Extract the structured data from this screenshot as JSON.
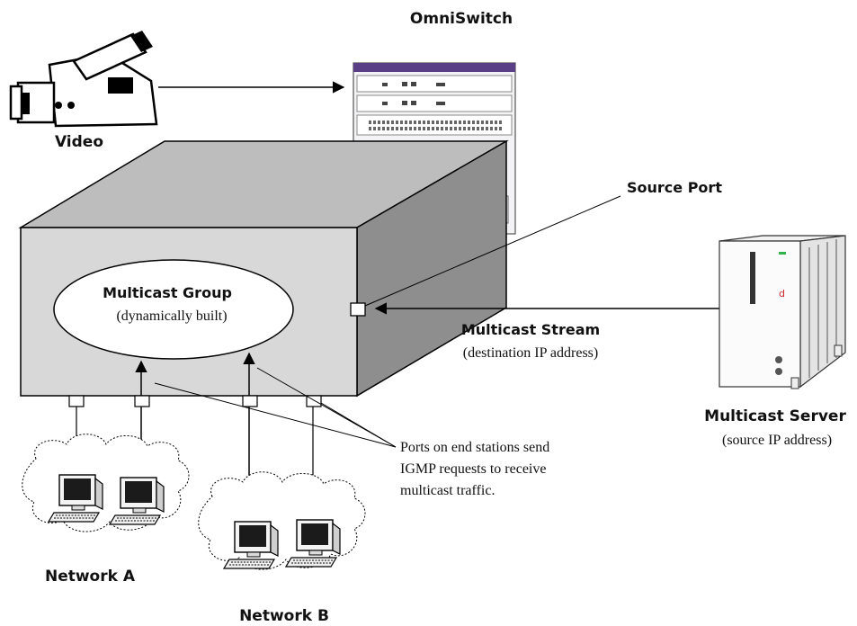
{
  "labels": {
    "omniswitch": "OmniSwitch",
    "video": "Video",
    "source_port": "Source Port",
    "multicast_group": "Multicast Group",
    "multicast_group_sub": "(dynamically built)",
    "multicast_stream": "Multicast Stream",
    "multicast_stream_sub": "(destination IP address)",
    "multicast_server": "Multicast Server",
    "multicast_server_sub": "(source IP address)",
    "ports_note_line1": "Ports on end stations send",
    "ports_note_line2": "IGMP requests to receive",
    "ports_note_line3": "multicast traffic.",
    "network_a": "Network A",
    "network_b": "Network B"
  },
  "colors": {
    "box_front": "#d8d8d8",
    "box_top": "#bdbdbd",
    "box_side": "#8e8e8e",
    "switch_accent": "#5b3f86",
    "server_led": "#2fb34a",
    "server_mark": "#cc2a2a"
  },
  "icons": [
    "video-camera-icon",
    "omniswitch-chassis-icon",
    "multicast-server-icon",
    "workstation-icon",
    "network-cloud-icon"
  ]
}
